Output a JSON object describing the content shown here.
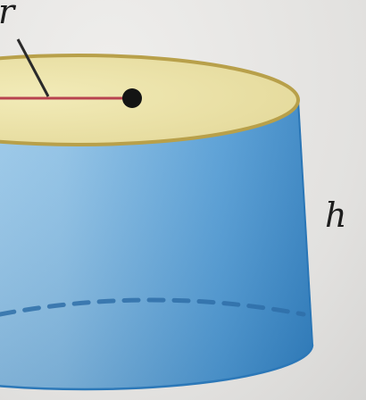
{
  "figure": {
    "type": "cylinder",
    "labels": {
      "height": "h",
      "radius_cut": "r"
    },
    "colors": {
      "background": "#e6e5e3",
      "side_light": "#8fc3e6",
      "side_mid": "#5aa3d6",
      "side_dark": "#2f7fc0",
      "top_face": "#ece4a8",
      "top_rim": "#b8a04a",
      "radius_line": "#b8434f",
      "center_dot": "#141414",
      "pointer_line": "#2a2a2a",
      "hidden_edge": "#2f6fa8"
    }
  }
}
